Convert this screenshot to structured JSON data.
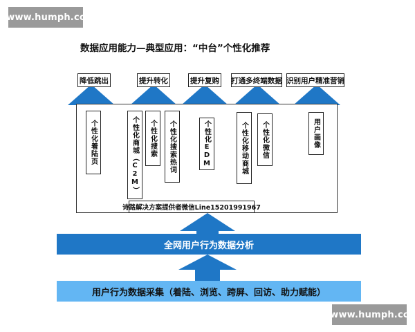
{
  "watermark": {
    "text": "www.humph.cc"
  },
  "title": "数据应用能力—典型应用：“中台”个性化推荐",
  "outcomes": [
    "降低跳出",
    "提升转化",
    "提升复购",
    "打通多终端数据",
    "识别用户精准营销"
  ],
  "applications": [
    "个性化着陆页",
    "个性化商城（C2M）",
    "个性化搜索",
    "个性化搜索热词",
    "个性化EDM",
    "个性化移动商城",
    "个性化微信",
    "用户画像"
  ],
  "contact": "诗路解决方案提供者微信Line15201991967",
  "analysis_band": "全网用户行为数据分析",
  "collection_band": "用户行为数据采集（着陆、浏览、跨屏、回访、助力赋能）",
  "colors": {
    "arrow": "#1f77c6",
    "analysis_band": "#1f77c6",
    "collection_band": "#63b6f3",
    "watermark_bg": "#9a9a9a"
  }
}
